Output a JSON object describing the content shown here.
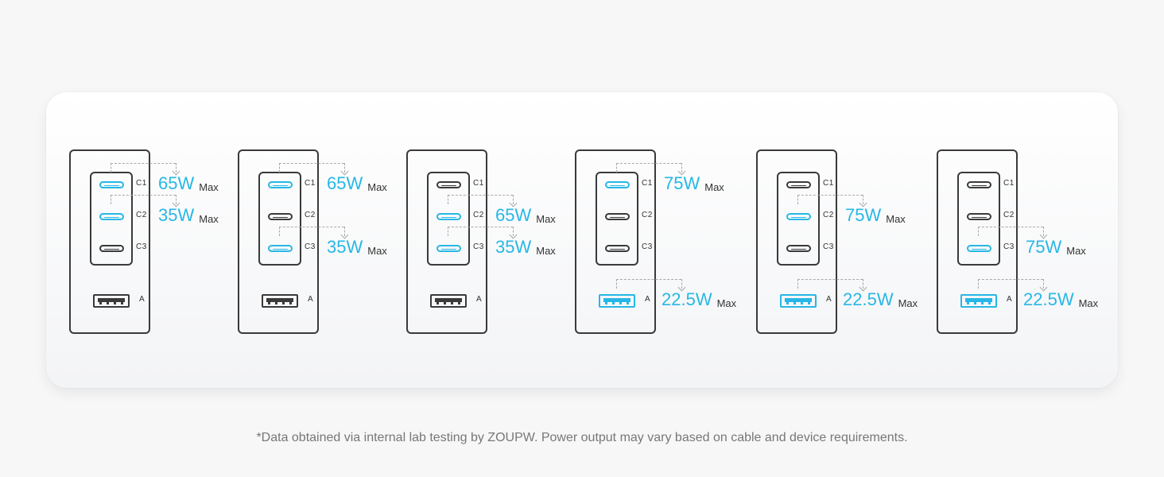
{
  "colors": {
    "active": "#27b7e6",
    "inactive": "#3a3a3a",
    "background": "#f7f7f7"
  },
  "port_labels": {
    "c1": "C1",
    "c2": "C2",
    "c3": "C3",
    "a": "A"
  },
  "max_label": "Max",
  "configs": [
    {
      "active": [
        "C1",
        "C2"
      ],
      "outputs": [
        {
          "port": "C1",
          "watts": "65W"
        },
        {
          "port": "C2",
          "watts": "35W"
        }
      ]
    },
    {
      "active": [
        "C1",
        "C3"
      ],
      "outputs": [
        {
          "port": "C1",
          "watts": "65W"
        },
        {
          "port": "C3",
          "watts": "35W"
        }
      ]
    },
    {
      "active": [
        "C2",
        "C3"
      ],
      "outputs": [
        {
          "port": "C2",
          "watts": "65W"
        },
        {
          "port": "C3",
          "watts": "35W"
        }
      ]
    },
    {
      "active": [
        "C1",
        "A"
      ],
      "outputs": [
        {
          "port": "C1",
          "watts": "75W"
        },
        {
          "port": "A",
          "watts": "22.5W"
        }
      ]
    },
    {
      "active": [
        "C2",
        "A"
      ],
      "outputs": [
        {
          "port": "C2",
          "watts": "75W"
        },
        {
          "port": "A",
          "watts": "22.5W"
        }
      ]
    },
    {
      "active": [
        "C3",
        "A"
      ],
      "outputs": [
        {
          "port": "C3",
          "watts": "75W"
        },
        {
          "port": "A",
          "watts": "22.5W"
        }
      ]
    }
  ],
  "footnote": "*Data obtained via internal lab testing by ZOUPW. Power output may vary based on cable and device requirements."
}
